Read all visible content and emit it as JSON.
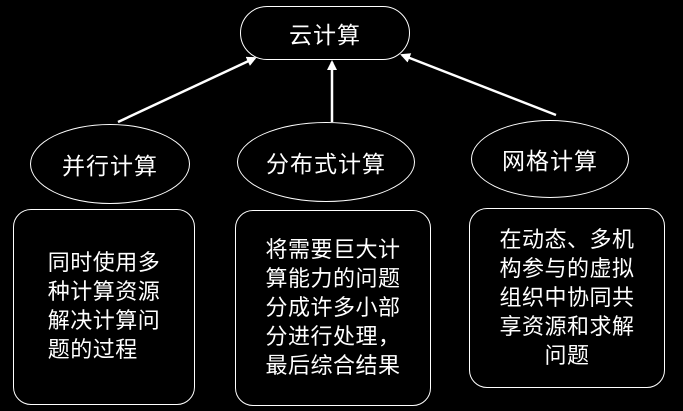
{
  "root": {
    "label": "云计算"
  },
  "nodes": [
    {
      "label": "并行计算",
      "description": "同时使用多\n种计算资源\n解决计算问\n题的过程"
    },
    {
      "label": "分布式计算",
      "description": "将需要巨大计\n算能力的问题\n分成许多小部\n分进行处理，\n最后综合结果"
    },
    {
      "label": "网格计算",
      "description": "在动态、多机\n构参与的虚拟\n组织中协同共\n享资源和求解\n问题"
    }
  ],
  "colors": {
    "background": "#000000",
    "foreground": "#ffffff"
  }
}
